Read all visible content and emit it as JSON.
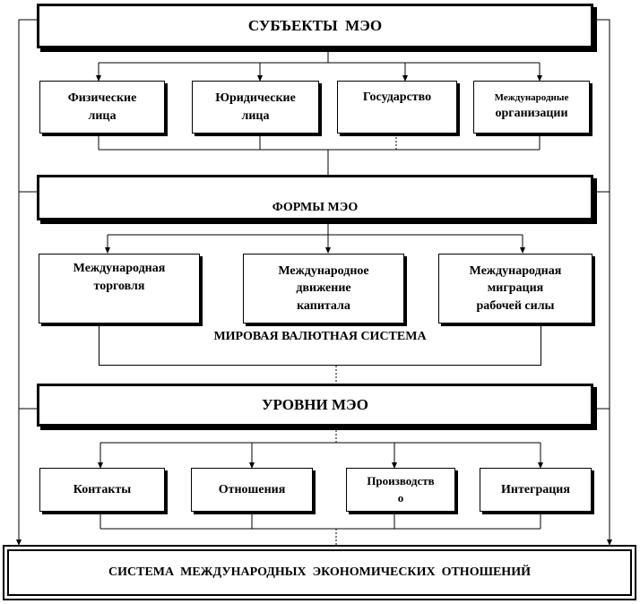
{
  "diagram": {
    "subjects_title": "СУБЪЕКТЫ  МЭО",
    "subjects": [
      {
        "line1": "Физические",
        "line2": "лица"
      },
      {
        "line1": "Юридические",
        "line2": "лица"
      },
      {
        "line1": "Государство",
        "line2": ""
      },
      {
        "line1": "Международные",
        "line2": "организации"
      }
    ],
    "forms_title": "ФОРМЫ МЭО",
    "forms": [
      {
        "line1": "Международная",
        "line2": "торговля",
        "line3": ""
      },
      {
        "line1": "Международное",
        "line2": "движение",
        "line3": "капитала"
      },
      {
        "line1": "Международная",
        "line2": "миграция",
        "line3": "рабочей силы"
      }
    ],
    "currency_system": "МИРОВАЯ ВАЛЮТНАЯ СИСТЕМА",
    "levels_title": "УРОВНИ МЭО",
    "levels": [
      {
        "line1": "Контакты",
        "line2": ""
      },
      {
        "line1": "Отношения",
        "line2": ""
      },
      {
        "line1": "Производств",
        "line2": "о"
      },
      {
        "line1": "Интеграция",
        "line2": ""
      }
    ],
    "system_title": "СИСТЕМА  МЕЖДУНАРОДНЫХ  ЭКОНОМИЧЕСКИХ  ОТНОШЕНИЙ"
  }
}
